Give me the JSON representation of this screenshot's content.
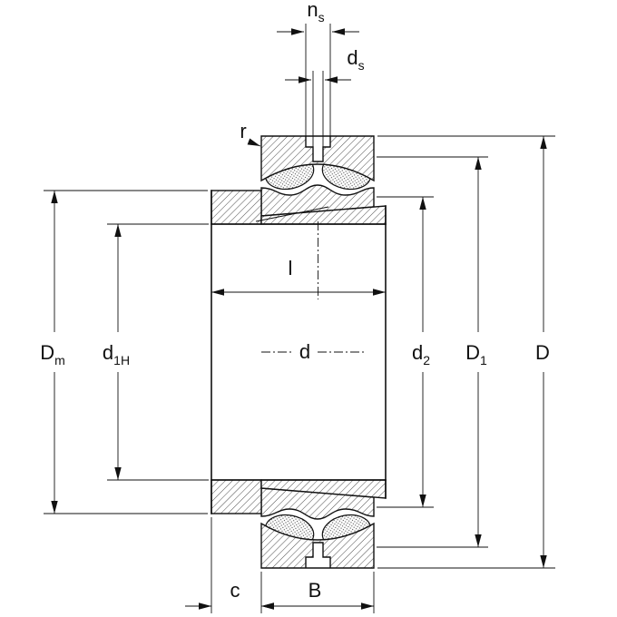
{
  "drawing": {
    "type": "technical-drawing",
    "description": "Spherical roller bearing with tapered bore mounted on adapter sleeve - sectional dimension drawing",
    "colors": {
      "line": "#111111",
      "hatch": "#3a3a3a",
      "background": "#ffffff"
    },
    "labels": {
      "ns": {
        "main": "n",
        "sub": "s"
      },
      "ds": {
        "main": "d",
        "sub": "s"
      },
      "r": {
        "main": "r",
        "sub": ""
      },
      "l": {
        "main": "l",
        "sub": ""
      },
      "d": {
        "main": "d",
        "sub": ""
      },
      "Dm": {
        "main": "D",
        "sub": "m"
      },
      "d1H": {
        "main": "d",
        "sub": "1H"
      },
      "d2": {
        "main": "d",
        "sub": "2"
      },
      "D1": {
        "main": "D",
        "sub": "1"
      },
      "D": {
        "main": "D",
        "sub": ""
      },
      "c": {
        "main": "c",
        "sub": ""
      },
      "B": {
        "main": "B",
        "sub": ""
      }
    }
  }
}
